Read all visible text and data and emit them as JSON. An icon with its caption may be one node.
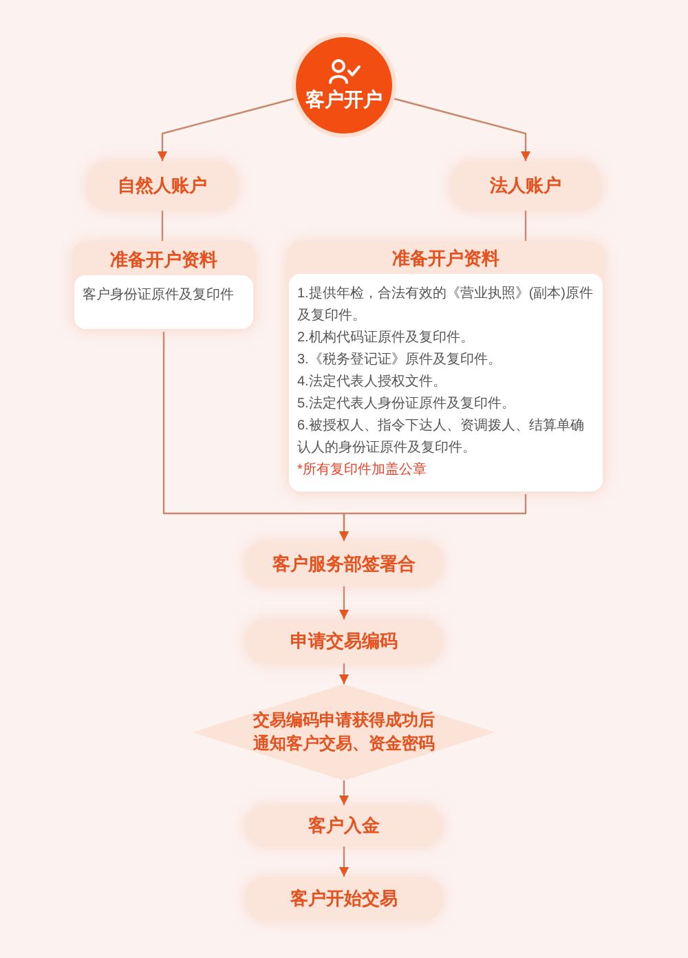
{
  "diagram": {
    "nodes": [
      {
        "text": [
          "客户开户"
        ]
      },
      {
        "text": [
          "自然人账户"
        ]
      },
      {
        "text": [
          "法人账户"
        ]
      },
      {
        "text": [
          "准备开户资料",
          "客户身份证原件及复印件"
        ]
      },
      {
        "text": [
          "准备开户资料",
          "1.提供年检，合法有效的《营业执照》(副本)原件及复印件。",
          "2.机构代码证原件及复印件。",
          "3.《税务登记证》原件及复印件。",
          "4.法定代表人授权文件。",
          "5.法定代表人身份证原件及复印件。",
          "6.被授权人、指令下达人、资调拨人、结算单确认人的身份证原件及复印件。",
          "*所有复印件加盖公章"
        ]
      },
      {
        "text": [
          "客户服务部签署合"
        ]
      },
      {
        "text": [
          "申请交易编码"
        ]
      },
      {
        "text": [
          "交易编码申请获得成功后通知客户交易、资金密码"
        ]
      },
      {
        "text": [
          "客户入金"
        ]
      },
      {
        "text": [
          "客户开始交易"
        ]
      }
    ],
    "edges": [
      {
        "from": 0,
        "to": 1,
        "arrow": "to"
      },
      {
        "from": 0,
        "to": 2,
        "arrow": "to"
      },
      {
        "from": 1,
        "to": 3,
        "arrow": "none"
      },
      {
        "from": 2,
        "to": 4,
        "arrow": "none"
      },
      {
        "from": 3,
        "to": 5,
        "arrow": "to"
      },
      {
        "from": 4,
        "to": 5,
        "arrow": "to"
      },
      {
        "from": 5,
        "to": 6,
        "arrow": "to"
      },
      {
        "from": 6,
        "to": 7,
        "arrow": "to"
      },
      {
        "from": 7,
        "to": 8,
        "arrow": "to"
      },
      {
        "from": 8,
        "to": 9,
        "arrow": "to"
      }
    ]
  }
}
